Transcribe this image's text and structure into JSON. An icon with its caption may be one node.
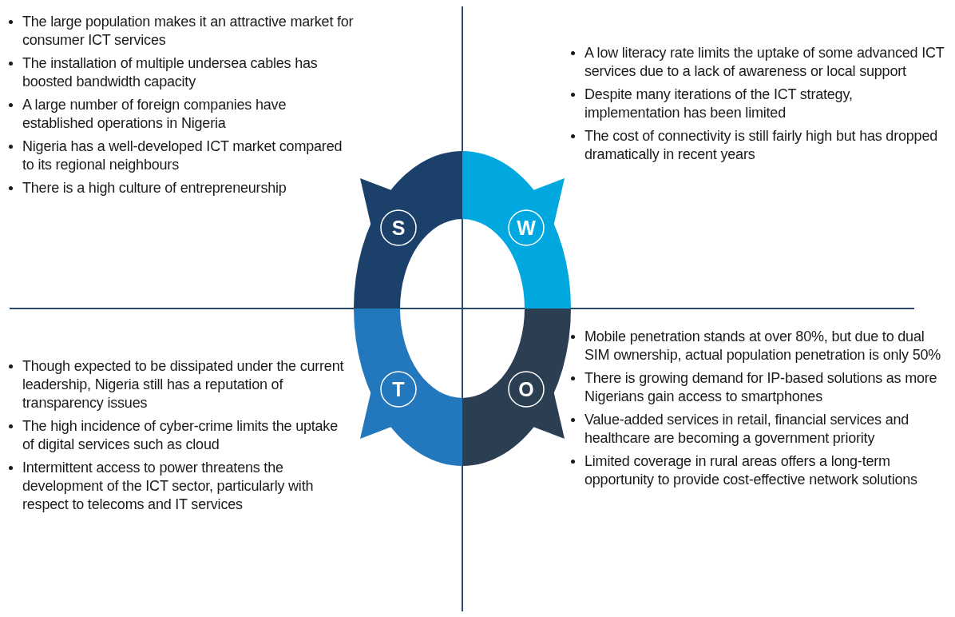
{
  "diagram": {
    "nodes": [
      {
        "text": [
          "S"
        ],
        "beside": [
          "The large population makes it an attractive market for consumer ICT services",
          "The installation of multiple undersea cables has boosted bandwidth capacity",
          "A large number of foreign companies have established operations in Nigeria",
          "Nigeria has a well-developed ICT market compared to its regional neighbours",
          "There is a high culture of entrepreneurship"
        ]
      },
      {
        "text": [
          "W"
        ],
        "beside": [
          "A low literacy rate limits the uptake of some advanced ICT services due to a lack of awareness or local support",
          "Despite many iterations of the ICT strategy, implementation has been limited",
          "The cost of connectivity is still fairly high but has dropped dramatically in recent years"
        ]
      },
      {
        "text": [
          "T"
        ],
        "beside": [
          "Though expected to be dissipated under the current leadership, Nigeria still has a reputation of transparency issues",
          "The high incidence of cyber-crime limits the uptake of digital services such as cloud",
          "Intermittent access to power threatens the development of the ICT sector, particularly with respect to telecoms and IT services"
        ]
      },
      {
        "text": [
          "O"
        ],
        "beside": [
          "Mobile penetration stands at over 80%, but due to dual SIM ownership, actual population penetration is only 50%",
          "There is growing demand for IP-based solutions as more Nigerians gain access to smartphones",
          "Value-added services in retail, financial services and healthcare are becoming a government priority",
          "Limited coverage in rural areas offers a long-term opportunity to provide cost-effective network solutions"
        ]
      }
    ]
  }
}
